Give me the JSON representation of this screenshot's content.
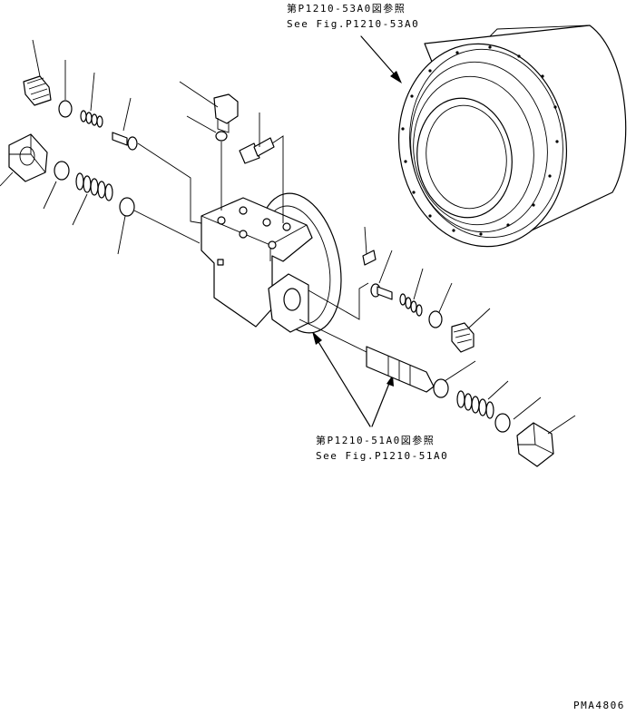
{
  "references": {
    "travel_reduction": {
      "label_jp": "第P1210-53A0図参照",
      "label_en": "See Fig.P1210-53A0"
    },
    "motor_internals": {
      "label_jp": "第P1210-51A0図参照",
      "label_en": "See Fig.P1210-51A0"
    }
  },
  "drawing_code": "PMA4806",
  "colors": {
    "line": "#000000",
    "background": "#ffffff"
  }
}
